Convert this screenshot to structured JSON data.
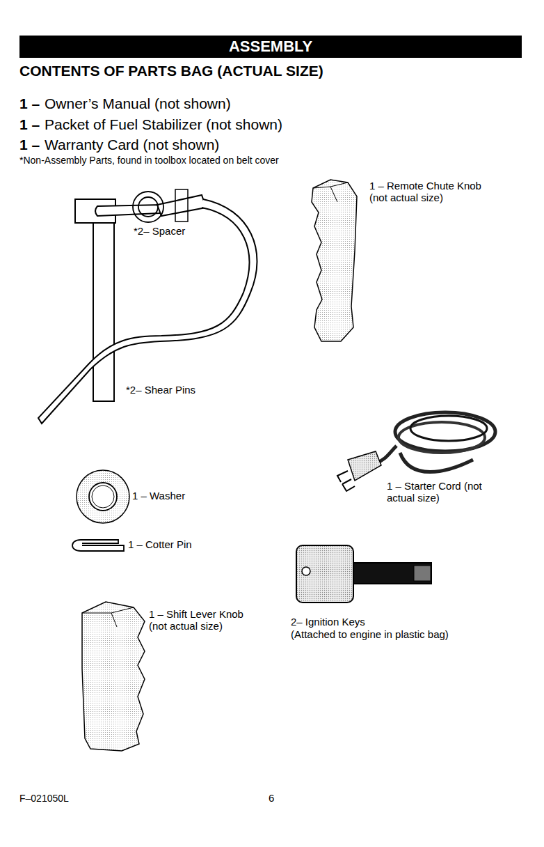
{
  "diagram": {
    "title": "ASSEMBLY",
    "labels": [
      "CONTENTS OF PARTS BAG (ACTUAL SIZE)",
      "1 –",
      "Owner’s Manual (not shown)",
      "1 –",
      "Packet of Fuel Stabilizer (not shown)",
      "1 –",
      "Warranty Card (not shown)",
      "*Non-Assembly Parts, found in toolbox located on belt cover",
      "*2– Spacer",
      "*2– Shear Pins",
      "1 – Remote Chute Knob (not actual size)",
      "1 – Starter Cord (not actual size)",
      "1 – Washer",
      "1 – Cotter Pin",
      "1 – Shift Lever Knob (not actual size)",
      "2– Ignition Keys",
      "(Attached to engine in plastic bag)",
      "F–021050L",
      "6"
    ]
  }
}
